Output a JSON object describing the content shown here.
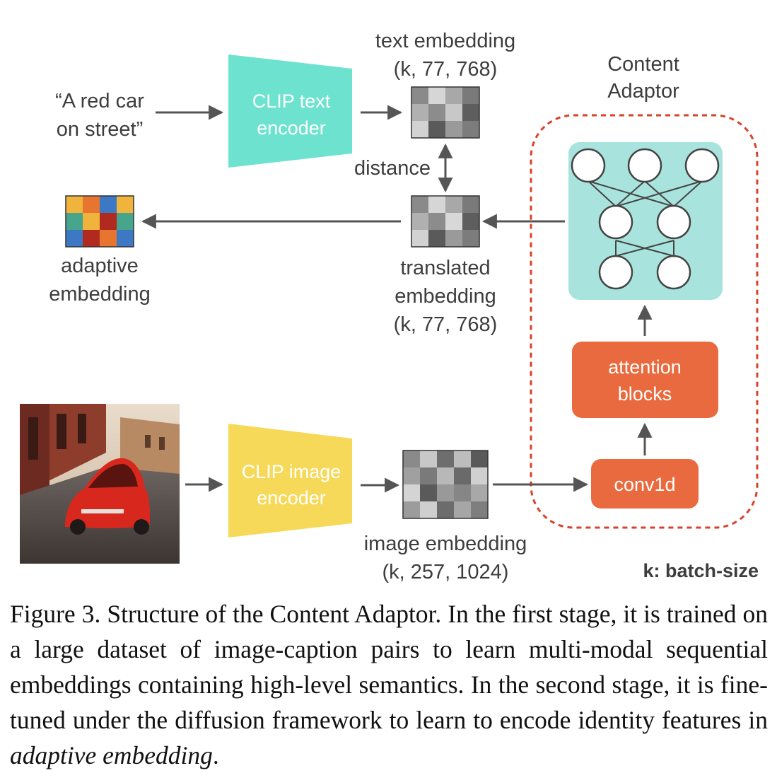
{
  "prompt_text": [
    "“A red car",
    "on street”"
  ],
  "clip_text_encoder": [
    "CLIP text",
    "encoder"
  ],
  "clip_image_encoder": [
    "CLIP image",
    "encoder"
  ],
  "text_embedding": [
    "text embedding",
    "(k, 77, 768)"
  ],
  "distance_label": "distance",
  "translated_embedding": [
    "translated",
    "embedding",
    "(k, 77, 768)"
  ],
  "adaptive_embedding": [
    "adaptive",
    "embedding"
  ],
  "image_embedding": [
    "image embedding",
    "(k, 257, 1024)"
  ],
  "content_adaptor_title": [
    "Content",
    "Adaptor"
  ],
  "attention_blocks": [
    "attention",
    "blocks"
  ],
  "conv1d": "conv1d",
  "batch_note": "k: batch-size",
  "caption": {
    "prefix": "Figure 3.  Structure of the Content Adaptor.  In the first stage, it is trained on a large dataset of image-caption pairs to learn multi-modal sequential embeddings containing high-level semantics. In the second stage, it is fine-tuned under the diffusion framework to learn to encode identity features in ",
    "emphasis": "adaptive embedding",
    "suffix": "."
  },
  "colors": {
    "text_encoder": "#6de3cf",
    "image_encoder": "#f7d95a",
    "adaptor_panel": "#a8e4dd",
    "orange_block": "#ea6a3f",
    "dashed_border": "#d9412b",
    "arrow": "#555555"
  }
}
